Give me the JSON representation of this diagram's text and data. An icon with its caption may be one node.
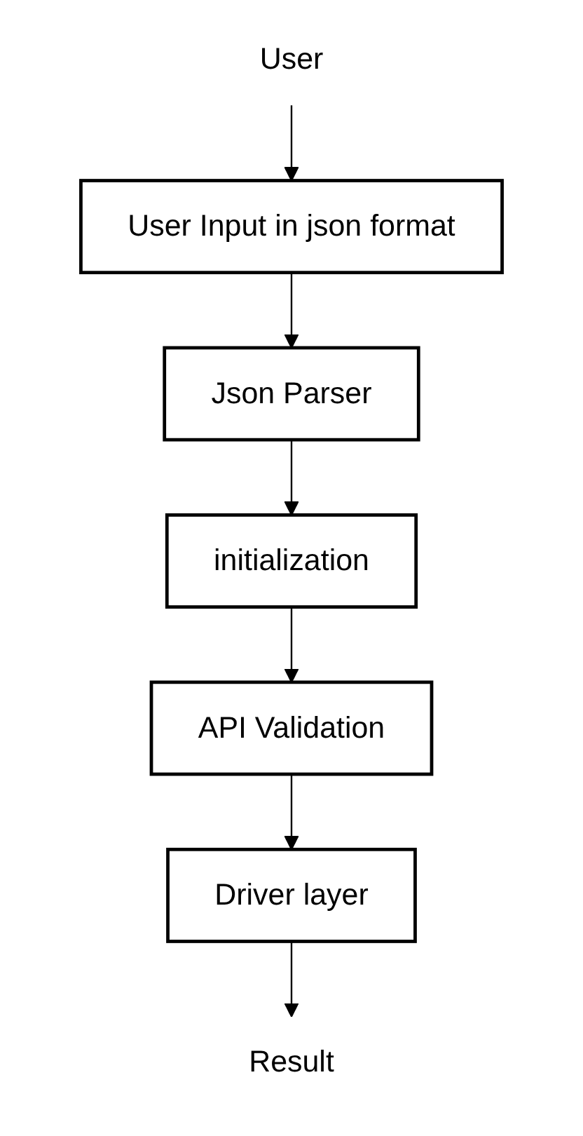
{
  "diagram": {
    "nodes": [
      {
        "text": [
          "User"
        ]
      },
      {
        "text": [
          "User Input in json format"
        ]
      },
      {
        "text": [
          "Json Parser"
        ]
      },
      {
        "text": [
          "initialization"
        ]
      },
      {
        "text": [
          "API Validation"
        ]
      },
      {
        "text": [
          "Driver layer"
        ]
      },
      {
        "text": [
          "Result"
        ]
      }
    ],
    "edges": [
      {
        "from": 0,
        "to": 1,
        "arrow": "to"
      },
      {
        "from": 1,
        "to": 2,
        "arrow": "to"
      },
      {
        "from": 2,
        "to": 3,
        "arrow": "to"
      },
      {
        "from": 3,
        "to": 4,
        "arrow": "to"
      },
      {
        "from": 4,
        "to": 5,
        "arrow": "to"
      },
      {
        "from": 5,
        "to": 6,
        "arrow": "to"
      }
    ]
  }
}
